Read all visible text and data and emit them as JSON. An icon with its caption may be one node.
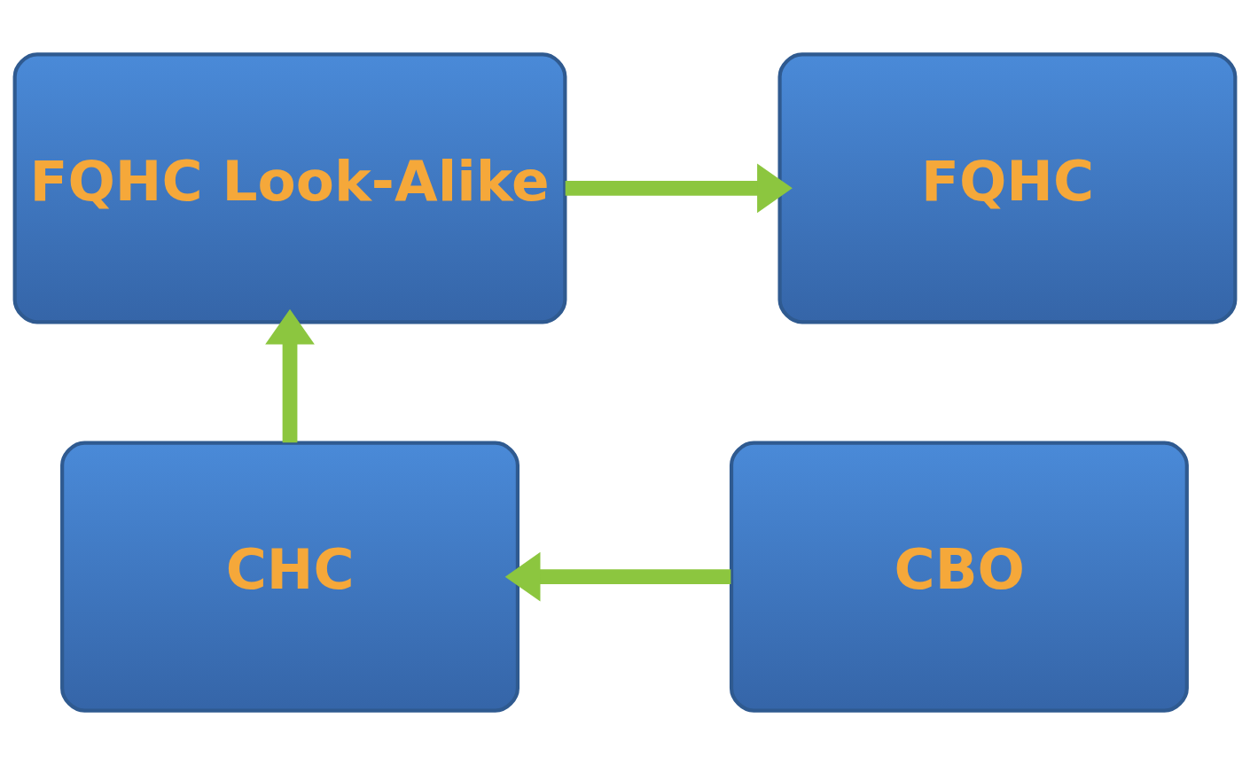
{
  "diagram": {
    "nodes": [
      {
        "text": [
          "FQHC Look-Alike"
        ]
      },
      {
        "text": [
          "FQHC"
        ]
      },
      {
        "text": [
          "CHC"
        ]
      },
      {
        "text": [
          "CBO"
        ]
      }
    ],
    "edges": [
      {
        "from": 0,
        "to": 1,
        "arrow": "to"
      },
      {
        "from": 2,
        "to": 0,
        "arrow": "to"
      },
      {
        "from": 3,
        "to": 2,
        "arrow": "to"
      }
    ]
  }
}
